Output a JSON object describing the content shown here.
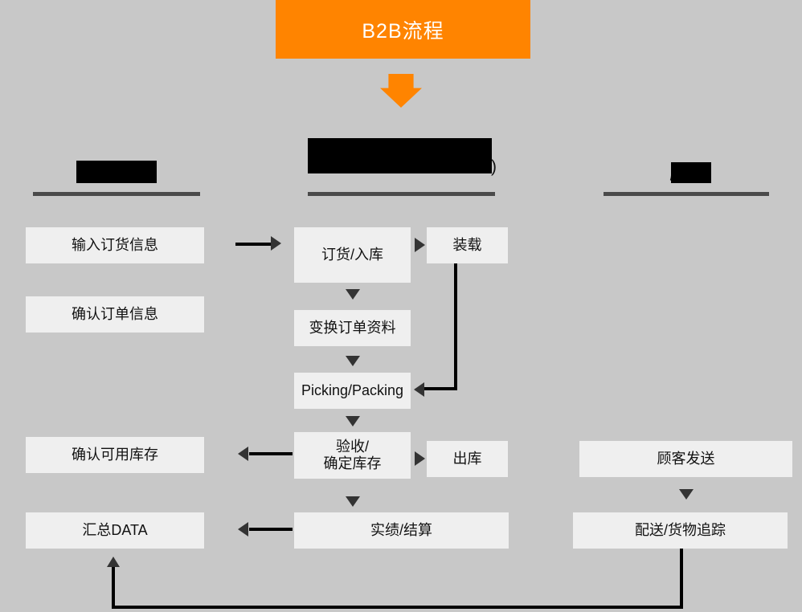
{
  "page": {
    "background_color": "#c8c8c8",
    "accent_color": "#ff8400",
    "box_color": "#efefef",
    "divider_color": "#4a4a4a",
    "connector_color": "#000000"
  },
  "title": {
    "text": "B2B流程"
  },
  "columns": [
    {
      "id": "left",
      "header": "",
      "header_redacted": true
    },
    {
      "id": "middle",
      "header": ")",
      "header_redacted": true
    },
    {
      "id": "right",
      "header": "顾客",
      "header_redacted": true
    }
  ],
  "nodes": {
    "left": [
      {
        "label": "输入订货信息"
      },
      {
        "label": "确认订单信息"
      },
      {
        "label": "确认可用库存"
      },
      {
        "label": "汇总DATA"
      }
    ],
    "middle": [
      {
        "label": "订货/入库"
      },
      {
        "label": "装载"
      },
      {
        "label": "变换订单资料"
      },
      {
        "label": "Picking/Packing"
      },
      {
        "label": "验收/\n确定库存"
      },
      {
        "label": "出库"
      },
      {
        "label": "实绩/结算"
      }
    ],
    "right": [
      {
        "label": "顾客发送"
      },
      {
        "label": "配送/货物追踪"
      }
    ]
  },
  "icons": {
    "title_arrow": "down-arrow-icon",
    "arrow_right": "arrow-right-icon",
    "arrow_left": "arrow-left-icon",
    "arrow_down": "arrow-down-icon",
    "arrow_up": "arrow-up-icon"
  }
}
